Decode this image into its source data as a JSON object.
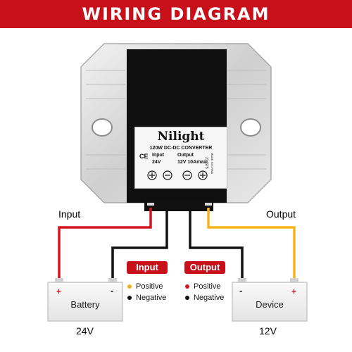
{
  "banner": {
    "title": "WIRING DIAGRAM"
  },
  "converter": {
    "brand": "Nilight",
    "model": "120W DC-DC CONVERTER",
    "input_label": "Input",
    "input_value": "24V",
    "output_label": "Output",
    "output_value": "12V 10Amax",
    "side_text_1": "234675",
    "side_text_2": "MADE IN CHINA",
    "ce_mark": "CE"
  },
  "wires": {
    "input_label": "Input",
    "output_label": "Output",
    "input_color": "#d0161e",
    "output_color": "#f5b31c",
    "negative_color": "#111111"
  },
  "legend": {
    "input_badge": "Input",
    "output_badge": "Output",
    "input_items": [
      {
        "label": "Positive",
        "color": "#f5b31c"
      },
      {
        "label": "Negative",
        "color": "#111111"
      }
    ],
    "output_items": [
      {
        "label": "Positive",
        "color": "#d0161e"
      },
      {
        "label": "Negative",
        "color": "#111111"
      }
    ]
  },
  "battery": {
    "label": "Battery",
    "voltage": "24V",
    "plus": "+",
    "minus": "-"
  },
  "device": {
    "label": "Device",
    "voltage": "12V",
    "plus": "+",
    "minus": "-"
  }
}
